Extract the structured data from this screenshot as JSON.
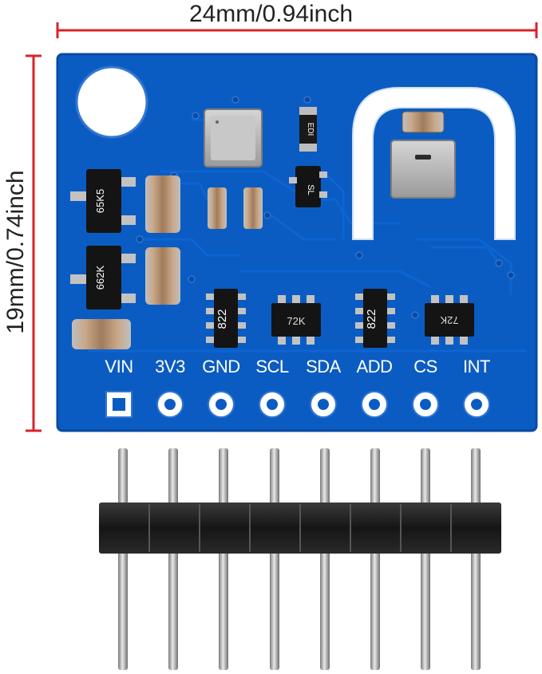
{
  "dimensions": {
    "width_label": "24mm/0.94inch",
    "height_label": "19mm/0.74inch"
  },
  "board": {
    "pin_labels": [
      "VIN",
      "3V3",
      "GND",
      "SCL",
      "SDA",
      "ADD",
      "CS",
      "INT"
    ],
    "component_markings": {
      "transistor_top": "65K5",
      "transistor_bottom": "662K",
      "small_ic": "SL",
      "resistor_top": "EDI",
      "chip_1": "822",
      "chip_2": "72K",
      "chip_3": "822",
      "chip_4": "72K"
    }
  },
  "colors": {
    "pcb_blue": "#0b5cc2",
    "pcb_blue_dark": "#0a4aa3",
    "dimension_red": "#d8232a",
    "silkscreen": "#ffffff",
    "header_black": "#1b1b1b",
    "pin_metal": "#b9b9b9"
  }
}
